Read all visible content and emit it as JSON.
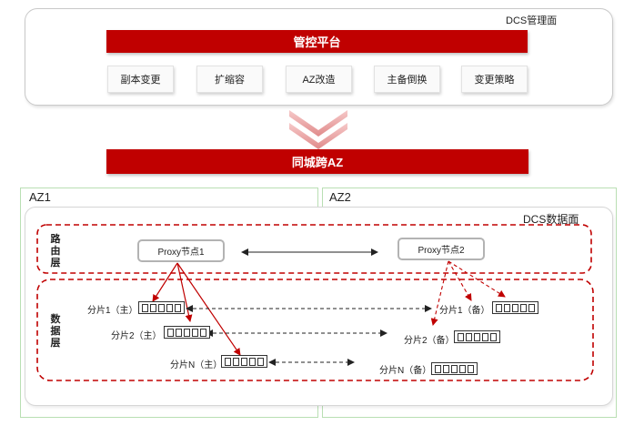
{
  "management": {
    "title": "DCS管理面",
    "control_banner": "管控平台",
    "operations": [
      "副本变更",
      "扩缩容",
      "AZ改造",
      "主备倒换",
      "变更策略"
    ]
  },
  "cross_az_banner": "同城跨AZ",
  "az1": {
    "label": "AZ1"
  },
  "az2": {
    "label": "AZ2"
  },
  "data_plane": {
    "title": "DCS数据面",
    "routing_layer": "路由层",
    "data_layer": "数据层"
  },
  "proxies": {
    "proxy1": "Proxy节点1",
    "proxy2": "Proxy节点2"
  },
  "shards": {
    "az1": [
      "分片1（主）",
      "分片2（主）",
      "分片N（主）"
    ],
    "az2": [
      "分片1（备）",
      "分片2（备）",
      "分片N（备）"
    ]
  },
  "colors": {
    "accent": "#c00000",
    "az_border": "#b9dfb3",
    "layer_border": "#c00000"
  }
}
